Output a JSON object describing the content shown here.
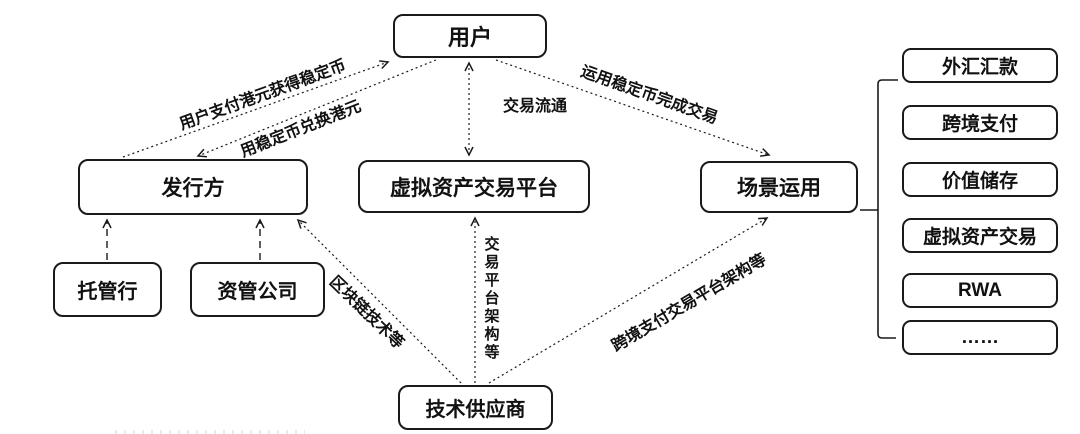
{
  "diagram": {
    "nodes": {
      "user": "用户",
      "issuer": "发行方",
      "platform": "虚拟资产交易平台",
      "scenario": "场景运用",
      "custodian": "托管行",
      "asset_manager": "资管公司",
      "tech_supplier": "技术供应商"
    },
    "scenario_items": [
      "外汇汇款",
      "跨境支付",
      "价值储存",
      "虚拟资产交易",
      "RWA",
      "……"
    ],
    "edge_labels": {
      "pay": "用户支付港元获得稳定币",
      "redeem": "用稳定币兑换港元",
      "circulation": "交易流通",
      "use_stablecoin": "运用稳定币完成交易",
      "blockchain": "区块链技术等",
      "platform_arch": "交易平台架构等",
      "crossborder_arch": "跨境支付交易平台架构等"
    },
    "colors": {
      "line": "#1a1a1a",
      "box_border": "#1a1a1a",
      "text": "#111111",
      "background": "#ffffff"
    }
  }
}
